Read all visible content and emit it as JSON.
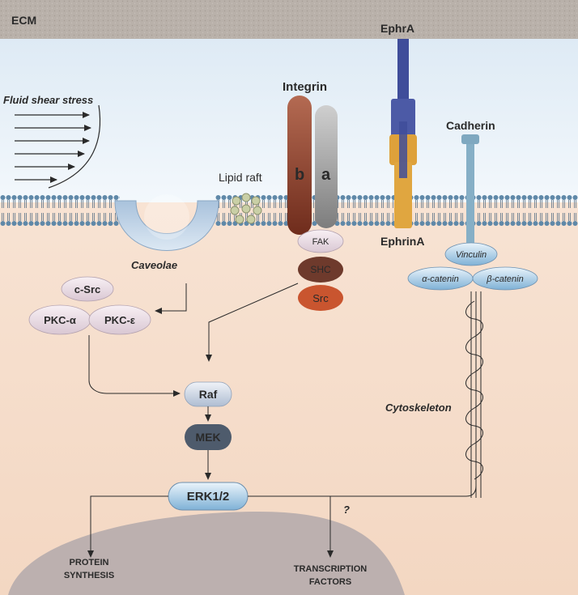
{
  "regions": {
    "ecm": "ECM",
    "fluid_shear_stress": "Fluid shear stress",
    "lipid_raft": "Lipid raft",
    "caveolae": "Caveolae",
    "cytoskeleton": "Cytoskeleton"
  },
  "receptors": {
    "integrin": "Integrin",
    "integrin_b": "b",
    "integrin_a": "a",
    "ephra": "EphrA",
    "ephrina": "EphrinA",
    "cadherin": "Cadherin"
  },
  "proteins": {
    "fak": "FAK",
    "shc": "SHC",
    "src": "Src",
    "c_src": "c-Src",
    "pkc_alpha": "PKC-α",
    "pkc_epsilon": "PKC-ε",
    "vinculin": "Vinculin",
    "a_catenin": "α-catenin",
    "b_catenin": "β-catenin",
    "raf": "Raf",
    "mek": "MEK",
    "erk": "ERK1/2"
  },
  "outputs": {
    "protein_synthesis_1": "PROTEIN",
    "protein_synthesis_2": "SYNTHESIS",
    "transcription_1": "TRANSCRIPTION",
    "transcription_2": "FACTORS",
    "unknown_link": "?"
  },
  "colors": {
    "ecm": "#b7afa8",
    "extracellular": "#dbe8f3",
    "cytoplasm": "#f6e3d4",
    "nucleus": "#bdb0af",
    "integrin_b": "#8a3f2c",
    "integrin_a": "#9a9a9a",
    "ephra": "#3f4d9a",
    "ephrina": "#dea13a",
    "cadherin": "#7fa8c0",
    "node": "#b9c8dc",
    "mek": "#4e5b6c",
    "shc": "#6e3a2c",
    "src": "#c9552f"
  }
}
